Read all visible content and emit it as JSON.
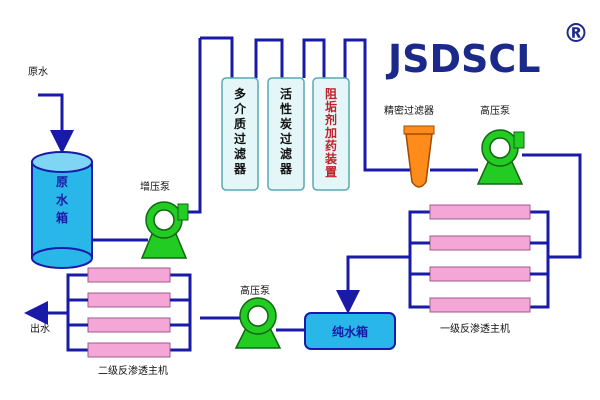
{
  "brand": {
    "text": "JSDSCL",
    "registered": "®"
  },
  "labels": {
    "raw_water": "原水",
    "raw_tank": "原水箱",
    "booster_pump": "增压泵",
    "filter_multi": "多介质过滤器",
    "filter_carbon": "活性炭过滤器",
    "antiscalant": "阻垢剂加药装置",
    "precision_filter": "精密过滤器",
    "hp_pump_1": "高压泵",
    "ro_stage1": "一级反渗透主机",
    "pure_tank": "纯水箱",
    "hp_pump_2": "高压泵",
    "ro_stage2": "二级反渗透主机",
    "outlet": "出水"
  },
  "colors": {
    "pipe": "#1a1aa8",
    "tank": "#29b6e8",
    "pump": "#22cc22",
    "membrane": "#f4a6d6",
    "filter_fill": "#e4f6f8",
    "precision": "#ff8c1a",
    "vtext_blue": "#1a1aa8",
    "vtext_red": "#c0202a",
    "vtext_black": "#111111"
  }
}
